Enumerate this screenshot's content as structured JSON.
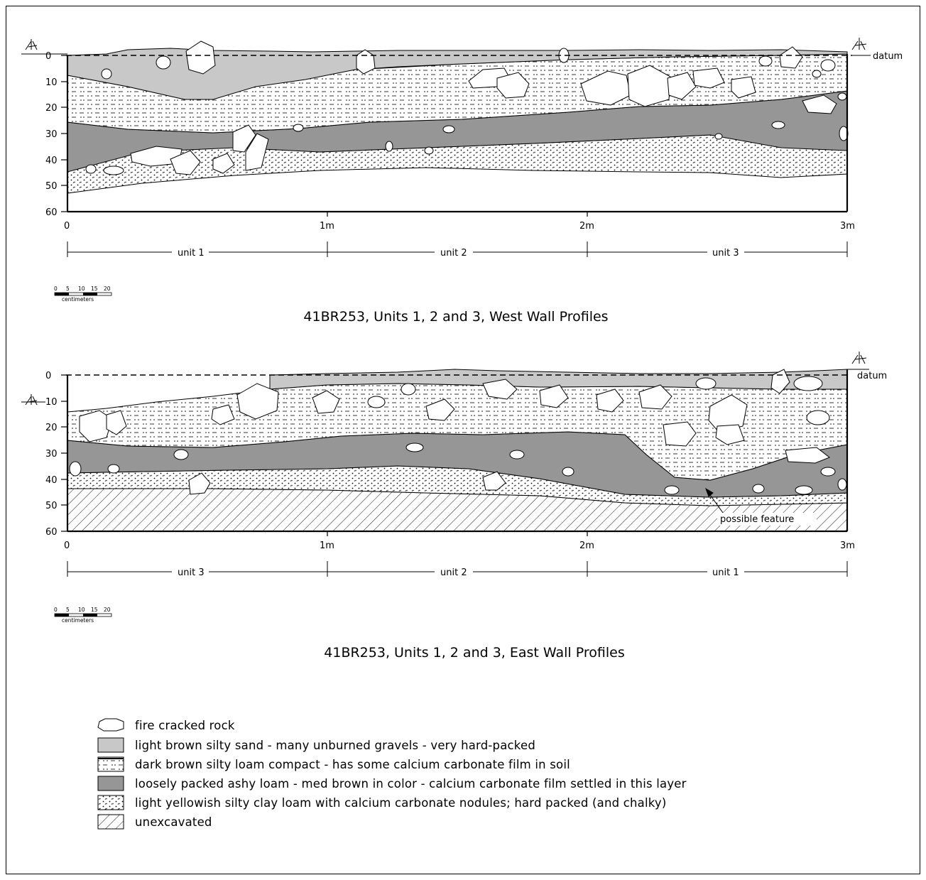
{
  "west": {
    "title": "41BR253, Units 1, 2 and 3, West Wall Profiles",
    "depth_ticks": [
      "0",
      "10",
      "20",
      "30",
      "40",
      "50",
      "60"
    ],
    "distance_ticks": [
      "0",
      "1m",
      "2m",
      "3m"
    ],
    "units": [
      "unit 1",
      "unit 2",
      "unit 3"
    ],
    "datum_label": "datum"
  },
  "east": {
    "title": "41BR253, Units 1, 2 and 3, East Wall Profiles",
    "depth_ticks": [
      "0",
      "10",
      "20",
      "30",
      "40",
      "50",
      "60"
    ],
    "distance_ticks": [
      "0",
      "1m",
      "2m",
      "3m"
    ],
    "units": [
      "unit 3",
      "unit 2",
      "unit 1"
    ],
    "datum_label": "datum",
    "feature_label": "possible feature"
  },
  "scale_bar": {
    "ticks": [
      "0",
      "5",
      "10",
      "15",
      "20"
    ],
    "unit": "centimeters"
  },
  "legend": [
    {
      "swatch": "rock-outline",
      "label": "fire cracked rock"
    },
    {
      "swatch": "light-gray",
      "label": "light brown  silty sand - many unburned gravels - very hard-packed"
    },
    {
      "swatch": "dash-dot",
      "label": "dark brown silty loam compact - has some calcium carbonate film in soil"
    },
    {
      "swatch": "dark-gray",
      "label": "loosely packed ashy loam - med brown in color - calcium carbonate  film settled in this layer"
    },
    {
      "swatch": "dots",
      "label": "light yellowish silty clay loam with calcium carbonate nodules; hard packed (and chalky)"
    },
    {
      "swatch": "hatch",
      "label": "unexcavated"
    }
  ],
  "colors": {
    "light_brown_layer": "#c8c8c8",
    "ashy_layer": "#969696",
    "outline": "#000000"
  }
}
